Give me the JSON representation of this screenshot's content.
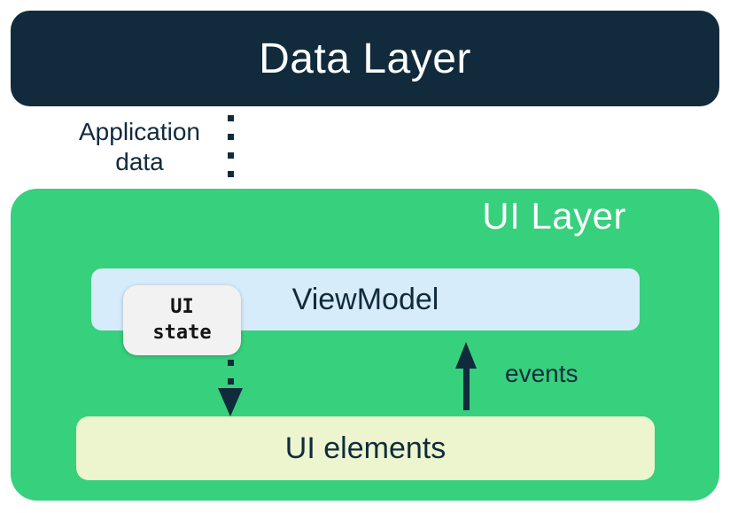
{
  "diagram": {
    "data_layer": {
      "label": "Data Layer"
    },
    "ui_layer": {
      "label": "UI Layer"
    },
    "viewmodel": {
      "label": "ViewModel"
    },
    "ui_state_badge": {
      "label": "UI\nstate"
    },
    "ui_elements": {
      "label": "UI elements"
    },
    "flows": {
      "application_data_label": "Application\ndata",
      "events_label": "events"
    }
  },
  "colors": {
    "navy": "#112B3D",
    "green": "#37D07D",
    "light-blue": "#D6ECFB",
    "cream": "#EDF5CE",
    "badge-bg": "#F2F2F2",
    "white": "#FFFFFF"
  }
}
